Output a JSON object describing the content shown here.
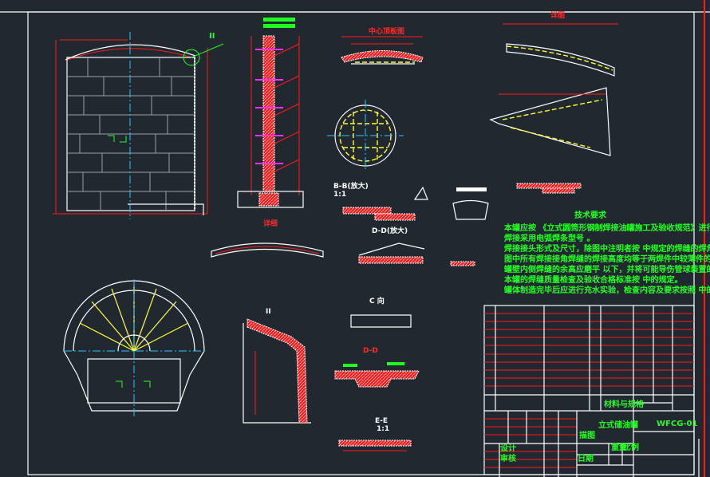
{
  "drawing": {
    "section_marks": {
      "detail_ii_top": "II",
      "detail_ii": "II",
      "bb": "B-B(放大)",
      "bb_scale": "1:1",
      "dd": "D-D(放大)",
      "c_view": "C 向",
      "ee": "E-E",
      "ee_scale": "1:1",
      "dd_small": "D-D",
      "detail_top": "详图",
      "center_roof": "中心顶板图",
      "detail_a": "详细"
    },
    "tech_req": {
      "title": "技术要求",
      "lines": [
        "本罐应按        《立式圆筒形钢制焊接油罐施工及验收规范》进行制造及验收。",
        "焊接采用电弧焊条型号       。",
        "焊接接头形式及尺寸，除图中注明者按           中规定的焊缝的焊角高度图形。",
        "图中所有焊接接角焊缝的焊接高度均等于两焊件中较薄件的厚度，并须连续焊。",
        "罐壁内侧焊缝的余高应磨平     以下，并将可能导伤管球装置的焊瘤、毛刺等清除。",
        "本罐的焊缝质量检查及验收合格标准按           中的规定。",
        "罐体制造完毕后应进行充水实验，检查内容及要求按照              中的规定。"
      ]
    },
    "title_block": {
      "materials": "材料与规格",
      "name": "立式储油罐",
      "code": "WFCG-01",
      "drawn": "描图",
      "weight": "重量",
      "scale": "比例",
      "design": "设计",
      "check": "审核",
      "date": "日期"
    }
  }
}
